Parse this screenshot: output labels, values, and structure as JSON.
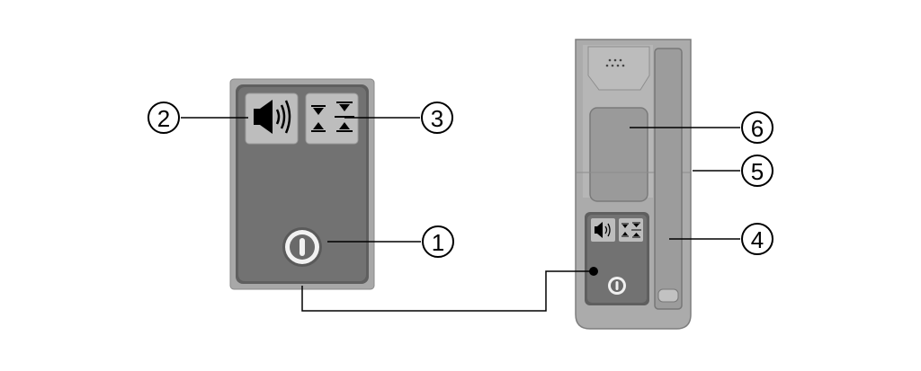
{
  "callouts": [
    {
      "id": "c1",
      "number": "1"
    },
    {
      "id": "c2",
      "number": "2"
    },
    {
      "id": "c3",
      "number": "3"
    },
    {
      "id": "c4",
      "number": "4"
    },
    {
      "id": "c5",
      "number": "5"
    },
    {
      "id": "c6",
      "number": "6"
    }
  ],
  "icons": {
    "power": "power-icon",
    "sound": "speaker-icon",
    "sensitivity": "precision-arrows-icon"
  },
  "colors": {
    "panel_outer": "#9e9e9e",
    "panel_face": "#6f6f6f",
    "button_face": "#bdbdbd",
    "device_body": "#aaaaaa",
    "line": "#000000"
  }
}
